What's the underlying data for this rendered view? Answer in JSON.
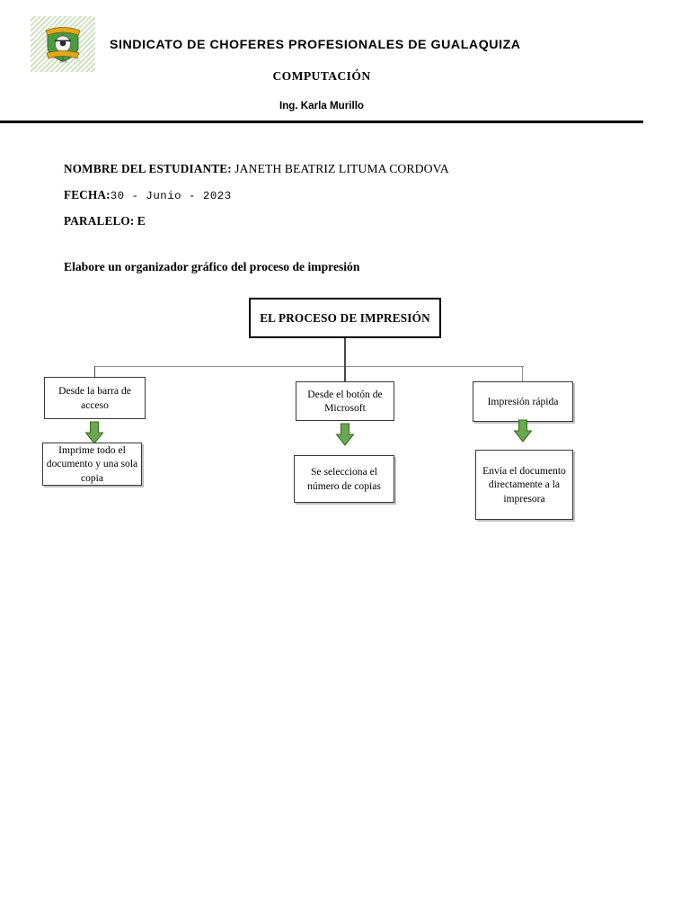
{
  "header": {
    "logo_alt": "escudo-sindicato",
    "institution": "SINDICATO DE CHOFERES PROFESIONALES DE GUALAQUIZA",
    "subject": "COMPUTACIÓN",
    "teacher": "Ing. Karla Murillo"
  },
  "student_info": {
    "name_label": "NOMBRE  DEL  ESTUDIANTE:",
    "name_value": "JANETH BEATRIZ LITUMA CORDOVA",
    "date_label": "FECHA:",
    "date_value": "30  -  Junio  -  2023",
    "parallel_label": "PARALELO:",
    "parallel_value": "E"
  },
  "assignment": {
    "prompt": "Elabore un organizador gráfico del proceso de impresión"
  },
  "diagram": {
    "type": "flowchart",
    "root": "EL PROCESO DE IMPRESIÓN",
    "branches": [
      {
        "step": "Desde la barra de acceso",
        "result": "Imprime todo el documento y una sola copia"
      },
      {
        "step": "Desde el botón de Microsoft",
        "result": "Se selecciona el número de copias"
      },
      {
        "step": "Impresión rápida",
        "result": "Envía el documento directamente a la impresora"
      }
    ],
    "arrow_color": "#6aa84f",
    "arrow_outline": "#3c6b2a",
    "box_border": "#3a3a3a",
    "root_border": "#000000"
  }
}
